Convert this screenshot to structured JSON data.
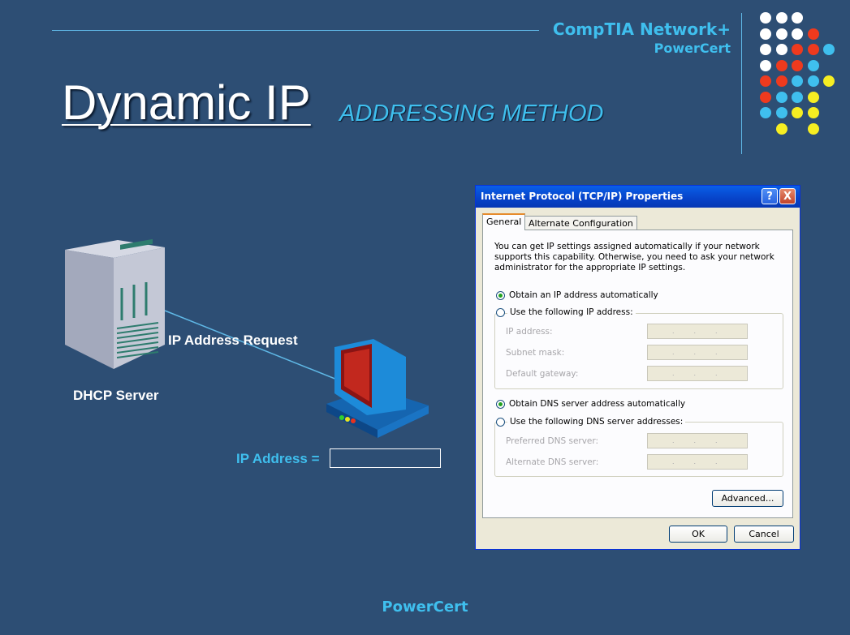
{
  "header": {
    "brand_line1": "CompTIA Network+",
    "brand_line2": "PowerCert"
  },
  "slide": {
    "title": "Dynamic IP",
    "subtitle": "ADDRESSING METHOD"
  },
  "diagram": {
    "request_label": "IP Address Request",
    "server_label": "DHCP Server",
    "ip_address_label": "IP Address ="
  },
  "footer": {
    "text": "PowerCert"
  },
  "dialog": {
    "title": "Internet Protocol (TCP/IP) Properties",
    "help_glyph": "?",
    "close_glyph": "X",
    "tabs": [
      "General",
      "Alternate Configuration"
    ],
    "description": "You can get IP settings assigned automatically if your network supports this capability. Otherwise, you need to ask your network administrator for the appropriate IP settings.",
    "ip_auto_label": "Obtain an IP address automatically",
    "ip_manual_label": "Use the following IP address:",
    "ip_fields": {
      "ip_address": "IP address:",
      "subnet_mask": "Subnet mask:",
      "default_gateway": "Default gateway:"
    },
    "dns_auto_label": "Obtain DNS server address automatically",
    "dns_manual_label": "Use the following DNS server addresses:",
    "dns_fields": {
      "preferred": "Preferred DNS server:",
      "alternate": "Alternate DNS server:"
    },
    "ip_placeholder": "...",
    "advanced_label": "Advanced...",
    "ok_label": "OK",
    "cancel_label": "Cancel",
    "selected": {
      "ip_mode": "auto",
      "dns_mode": "auto"
    }
  },
  "colors": {
    "background": "#2d4e74",
    "accent_cyan": "#3fbfee",
    "dot_red": "#ee3a1e",
    "dot_yellow": "#f6ee22",
    "dot_white": "#ffffff"
  }
}
